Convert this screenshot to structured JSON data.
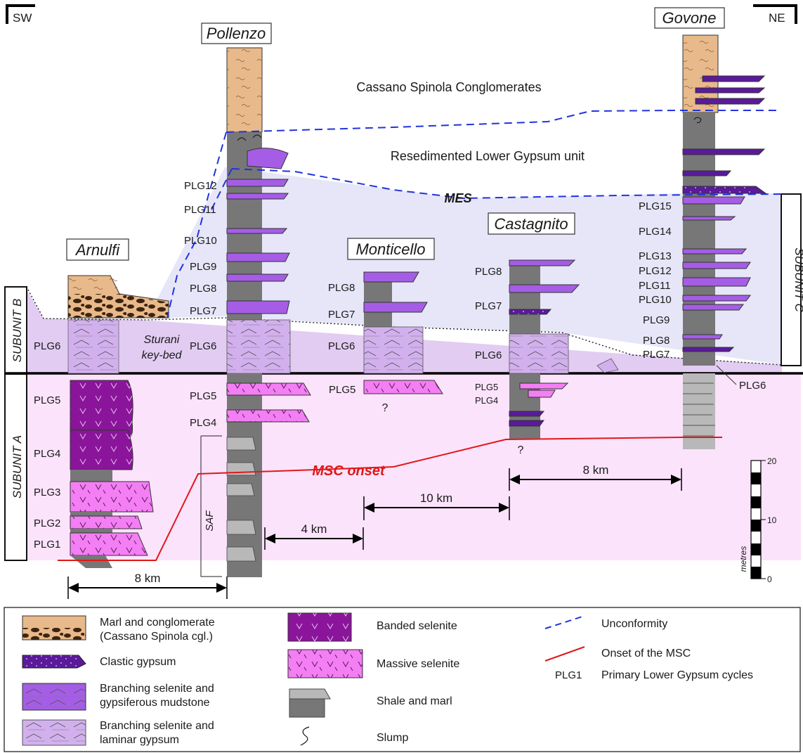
{
  "directions": {
    "left": "SW",
    "right": "NE"
  },
  "sections": {
    "arnulfi": "Arnulfi",
    "pollenzo": "Pollenzo",
    "monticello": "Monticello",
    "castagnito": "Castagnito",
    "govone": "Govone"
  },
  "units": {
    "cassano": "Cassano Spinola Conglomerates",
    "resedimented": "Resedimented Lower Gypsum unit",
    "mes": "MES",
    "msc_onset": "MSC onset",
    "sturani_1": "Sturani",
    "sturani_2": "key-bed",
    "saf": "SAF",
    "subunit_a": "SUBUNIT A",
    "subunit_b": "SUBUNIT B",
    "subunit_c": "SUBUNIT C",
    "question": "?"
  },
  "cycles": {
    "plg1": "PLG1",
    "plg2": "PLG2",
    "plg3": "PLG3",
    "plg4": "PLG4",
    "plg5": "PLG5",
    "plg6": "PLG6",
    "plg7": "PLG7",
    "plg8": "PLG8",
    "plg9": "PLG9",
    "plg10": "PLG10",
    "plg11": "PLG11",
    "plg12": "PLG12",
    "plg13": "PLG13",
    "plg14": "PLG14",
    "plg15": "PLG15"
  },
  "distances": {
    "arnulfi_pollenzo": "8 km",
    "pollenzo_monticello": "4 km",
    "monticello_castagnito": "10 km",
    "castagnito_govone": "8 km"
  },
  "scale": {
    "top": "20",
    "mid": "10",
    "bottom": "0",
    "unit": "metres"
  },
  "legend": {
    "marl_conglomerate_1": "Marl and conglomerate",
    "marl_conglomerate_2": "(Cassano Spinola cgl.)",
    "clastic_gypsum": "Clastic gypsum",
    "branching_mud_1": "Branching selenite and",
    "branching_mud_2": "gypsiferous mudstone",
    "branching_lam_1": "Branching selenite and",
    "branching_lam_2": "laminar gypsum",
    "banded": "Banded selenite",
    "massive": "Massive selenite",
    "shale": "Shale and marl",
    "slump": "Slump",
    "unconformity": "Unconformity",
    "onset": "Onset of the MSC",
    "plg_code": "PLG1",
    "plg_desc": "Primary Lower Gypsum cycles"
  },
  "colors": {
    "marl": "#e8b98a",
    "conglomerate": "#5a3a1e",
    "clastic_gypsum": "#5a1a9a",
    "branching_mud": "#a55de6",
    "branching_lam": "#d2b0ee",
    "banded": "#8a159a",
    "massive": "#f47ef4",
    "shale": "#777777",
    "shale_light": "#b8b8b8",
    "subunit_a_bg": "#fbe3fb",
    "subunit_b_bg": "#e3cdf2",
    "subunit_c_bg": "#e6e6f8",
    "unconformity": "#2233dd",
    "msc_onset": "#e01818"
  }
}
